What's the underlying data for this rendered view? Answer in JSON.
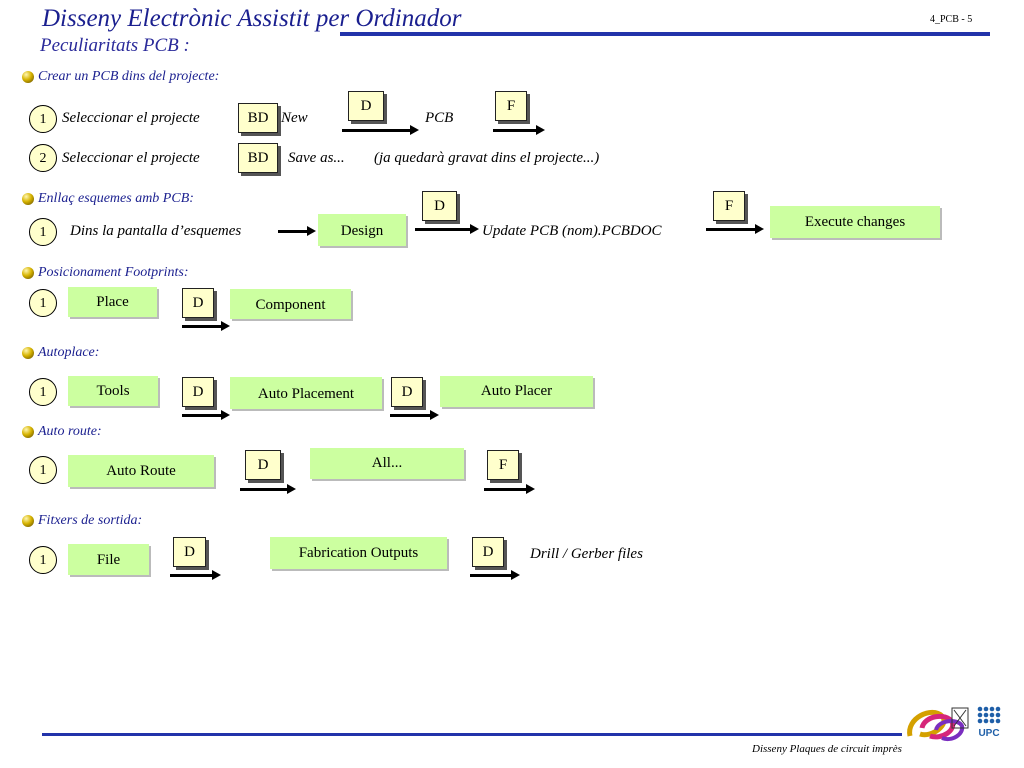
{
  "header": {
    "title": "Disseny Electrònic Assistit per Ordinador",
    "subtitle": "Peculiaritats PCB :",
    "page": "4_PCB  - 5"
  },
  "sections": {
    "crear": {
      "heading": "Crear un PCB dins del projecte:",
      "row1": {
        "num": "1",
        "text": "Seleccionar el projecte",
        "box": "BD",
        "menu": "New",
        "key1": "D",
        "item": "PCB",
        "key2": "F"
      },
      "row2": {
        "num": "2",
        "text": "Seleccionar el projecte",
        "box": "BD",
        "menu": "Save as...",
        "note": "(ja quedarà gravat dins el projecte...)"
      }
    },
    "enllac": {
      "heading": "Enllaç esquemes amb PCB:",
      "num": "1",
      "text": "Dins la pantalla d’esquemes",
      "design": "Design",
      "key1": "D",
      "item": "Update PCB  (nom).PCBDOC",
      "key2": "F",
      "execute": "Execute changes"
    },
    "posicionament": {
      "heading": "Posicionament Footprints:",
      "num": "1",
      "place": "Place",
      "key": "D",
      "component": "Component"
    },
    "autoplace": {
      "heading": "Autoplace:",
      "num": "1",
      "tools": "Tools",
      "key1": "D",
      "placement": "Auto Placement",
      "key2": "D",
      "placer": "Auto Placer"
    },
    "autoroute": {
      "heading": "Auto route:",
      "num": "1",
      "route": "Auto Route",
      "key1": "D",
      "all": "All...",
      "key2": "F"
    },
    "sortida": {
      "heading": "Fitxers de sortida:",
      "num": "1",
      "file": "File",
      "key1": "D",
      "fab": "Fabrication Outputs",
      "key2": "D",
      "drill": "Drill / Gerber files"
    }
  },
  "footer": {
    "text": "Disseny Plaques de circuit imprès",
    "logo_upc": "UPC"
  },
  "colors": {
    "title": "#1a1f8f",
    "rule": "#2233aa",
    "key_box": "#ffffcc",
    "green_box": "#ccffa0"
  }
}
